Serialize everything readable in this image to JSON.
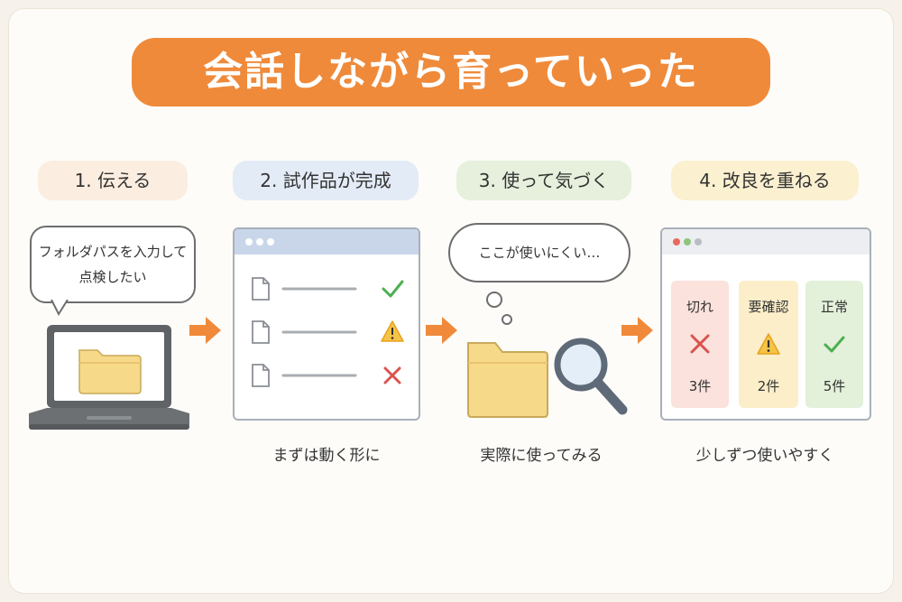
{
  "title": "会話しながら育っていった",
  "steps": [
    {
      "label": "1. 伝える",
      "caption": ""
    },
    {
      "label": "2. 試作品が完成",
      "caption": "まずは動く形に"
    },
    {
      "label": "3. 使って気づく",
      "caption": "実際に使ってみる"
    },
    {
      "label": "4. 改良を重ねる",
      "caption": "少しずつ使いやすく"
    }
  ],
  "speech_bubble": {
    "line1": "フォルダパスを入力して",
    "line2": "点検したい"
  },
  "thought_bubble": "ここが使いにくい…",
  "status_cards": [
    {
      "label": "切れ",
      "count": "3件",
      "icon": "x-icon",
      "color": "#d9534f"
    },
    {
      "label": "要確認",
      "count": "2件",
      "icon": "warning-icon",
      "color": "#e8a020"
    },
    {
      "label": "正常",
      "count": "5件",
      "icon": "check-icon",
      "color": "#4caf50"
    }
  ],
  "colors": {
    "accent": "#ef8a3a",
    "step1": "#fbeee0",
    "step2": "#e3ebf6",
    "step3": "#e6f0dc",
    "step4": "#fbf0d0",
    "danger": "#d9534f",
    "warning": "#f0a830",
    "success": "#4caf50",
    "folder": "#f7d98a"
  }
}
